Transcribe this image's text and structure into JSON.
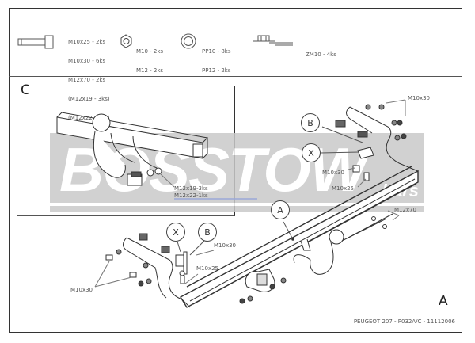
{
  "header": {
    "bolts": {
      "icon": "bolt-icon",
      "lines": [
        "M10x25 - 2ks",
        "M10x30 - 6ks",
        "M12x70 - 2ks",
        "(M12x19 - 3ks)",
        "(M12x22 - 1ks)"
      ]
    },
    "nuts": {
      "icon": "hex-nut-icon",
      "lines": [
        "M10 - 2ks",
        "M12 - 2ks"
      ]
    },
    "washers": {
      "icon": "washer-icon",
      "lines": [
        "PP10 - 8ks",
        "PP12 - 2ks"
      ]
    },
    "spring_nut": {
      "icon": "cage-nut-icon",
      "lines": [
        "ZM10 - 4ks"
      ]
    }
  },
  "panel_c": {
    "letter": "C",
    "labels": [
      "M12x19-3ks",
      "M12x22-1ks"
    ]
  },
  "panel_a": {
    "letter": "A",
    "callouts": [
      "A",
      "B",
      "X",
      "X",
      "B"
    ],
    "labels": {
      "right_top_bolts": "M10x30",
      "right_x_bolt": "M10x30",
      "right_x_screw": "M10x25",
      "ball_bolts": "M12x70",
      "left_x_bolt": "M10x30",
      "left_x_screw": "M10x25",
      "left_plate_bolts": "M10x30"
    }
  },
  "watermark": {
    "text": "BOSSTOW",
    "sub": "bars",
    "band_color": "#c9c9c9"
  },
  "footer": {
    "caption": "PEUGEOT 207 - P032A/C - 11112006"
  }
}
